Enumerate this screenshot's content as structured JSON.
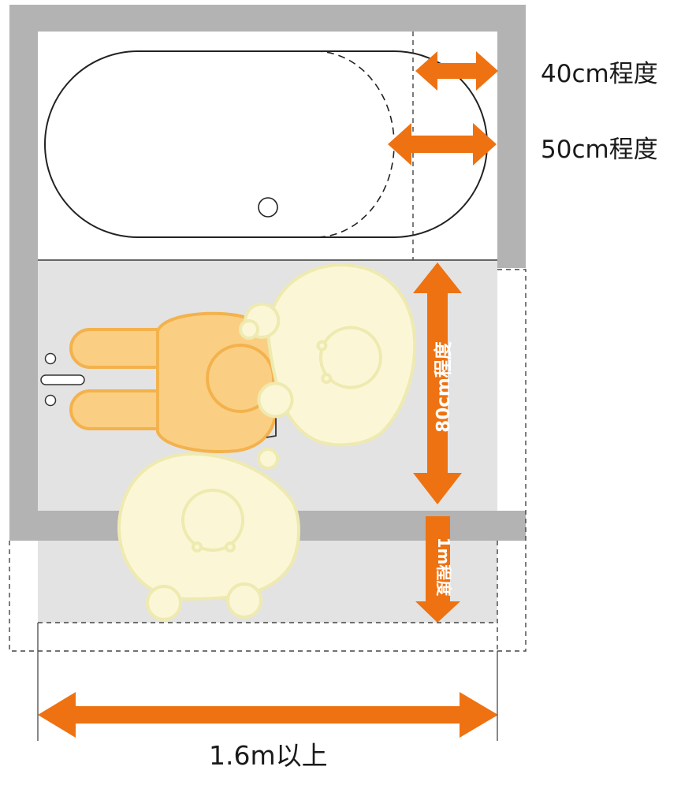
{
  "dimensions": {
    "gap_small": "40cm程度",
    "gap_large": "50cm程度",
    "wash_area_depth": "80cm程度",
    "door_clearance": "1m程度",
    "total_width": "1.6m以上"
  },
  "colors": {
    "wall": "#b3b3b3",
    "floor": "#e3e3e3",
    "arrow": "#ee7211",
    "caregiver_fill": "#fbf7d6",
    "caregiver_stroke": "#eeeab0",
    "person_seated_fill": "#fbcf83",
    "person_seated_stroke": "#f3b24c"
  }
}
